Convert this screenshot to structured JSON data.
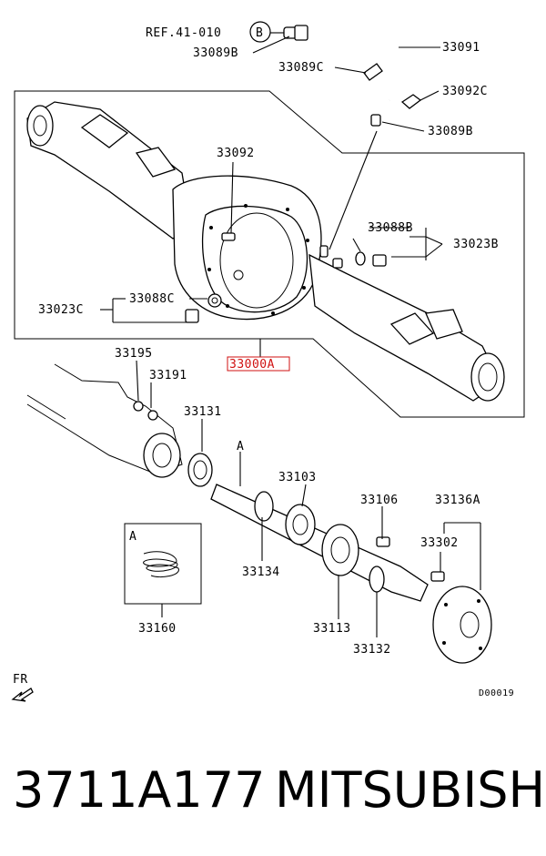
{
  "labels": {
    "ref": "REF.41-010",
    "ref_circle": "B",
    "p33089B_top": "33089B",
    "p33091": "33091",
    "p33089C": "33089C",
    "p33092C": "33092C",
    "p33089B_right": "33089B",
    "p33092": "33092",
    "p33088B": "33088B",
    "p33023B": "33023B",
    "p33023C": "33023C",
    "p33088C": "33088C",
    "p33000A": "33000A",
    "p33195": "33195",
    "p33191": "33191",
    "p33131": "33131",
    "callout_a": "A",
    "p33103": "33103",
    "p33106": "33106",
    "p33136A": "33136A",
    "p33302": "33302",
    "p33134": "33134",
    "p33113": "33113",
    "p33132": "33132",
    "inset_a": "A",
    "p33160": "33160",
    "fr": "FR",
    "diagram_code": "D00019"
  },
  "highlight_color": "#d01010",
  "footer": {
    "part_number": "3711A177",
    "brand": "MITSUBISHI"
  }
}
